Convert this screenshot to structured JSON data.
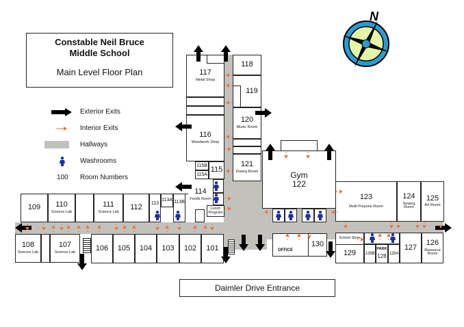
{
  "title": {
    "line1": "Constable Neil Bruce",
    "line2": "Middle School",
    "subtitle": "Main Level Floor Plan"
  },
  "legend": {
    "exterior_exits": "Exterior Exits",
    "interior_exits": "Interior Exits",
    "hallways": "Hallways",
    "washrooms": "Washrooms",
    "room_number_sample": "100",
    "room_numbers": "Room Numbers"
  },
  "compass": {
    "north": "N"
  },
  "entrance": "Daimler Drive Entrance",
  "rooms": {
    "r101": {
      "n": "101"
    },
    "r102": {
      "n": "102"
    },
    "r103": {
      "n": "103"
    },
    "r104": {
      "n": "104"
    },
    "r105": {
      "n": "105"
    },
    "r106": {
      "n": "106"
    },
    "r107": {
      "n": "107",
      "t": "Science Lab"
    },
    "r108": {
      "n": "108",
      "t": "Science Lab"
    },
    "r109": {
      "n": "109"
    },
    "r110": {
      "n": "110",
      "t": "Science Lab"
    },
    "r111": {
      "n": "111",
      "t": "Science Lab"
    },
    "r112": {
      "n": "112"
    },
    "r113": {
      "n": "113"
    },
    "r113a": {
      "n": "113A"
    },
    "r113b": {
      "n": "113B"
    },
    "r114": {
      "n": "114",
      "t": "Foods Room"
    },
    "r115": {
      "n": "115"
    },
    "r115a": {
      "n": "115A"
    },
    "r115b": {
      "n": "115B"
    },
    "r116": {
      "n": "116",
      "t": "Woodwork Shop"
    },
    "r117": {
      "n": "117",
      "t": "Metal Shop"
    },
    "r118": {
      "n": "118"
    },
    "r119": {
      "n": "119"
    },
    "r120": {
      "n": "120",
      "t": "Music Room"
    },
    "r121": {
      "n": "121",
      "t": "Drama Room"
    },
    "r122": {
      "n": "122",
      "t": "Gym"
    },
    "r123": {
      "n": "123",
      "t": "Multi Purpose Room"
    },
    "r124": {
      "n": "124",
      "t": "Sewing Room"
    },
    "r125": {
      "n": "125",
      "t": "Art Room"
    },
    "r126": {
      "n": "126",
      "t": "Resource Room"
    },
    "r127": {
      "n": "127"
    },
    "r128": {
      "n": "128",
      "t": "PARK"
    },
    "r128a": {
      "n": "128A"
    },
    "r128b": {
      "n": "128B"
    },
    "r129": {
      "n": "129"
    },
    "r130": {
      "n": "130"
    },
    "lunch": {
      "t": "Lunch Program"
    },
    "store": {
      "t": "School Store"
    },
    "office": {
      "t": "OFFICE"
    }
  },
  "colors": {
    "hallway": "#c3c1bc",
    "interior_exit": "#e8773a",
    "washroom": "#1a2fa8",
    "compass_ring": "#2b9bd2",
    "compass_fill": "#e4f5a8"
  }
}
